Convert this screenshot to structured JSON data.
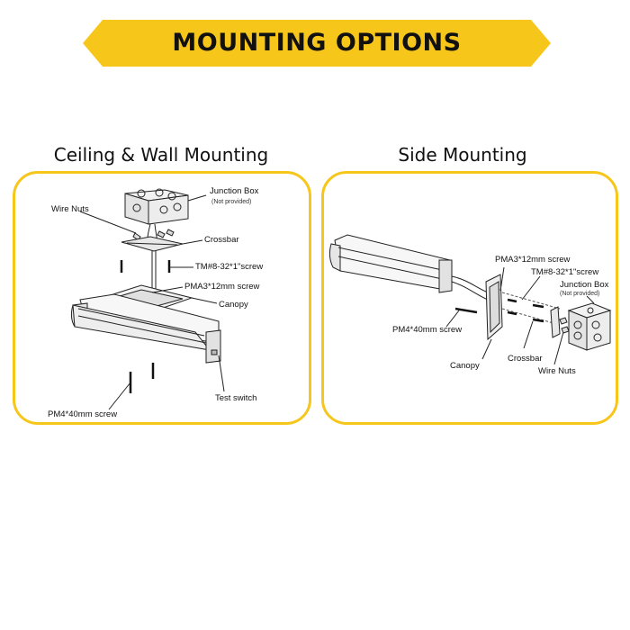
{
  "banner": {
    "title": "MOUNTING OPTIONS",
    "color": "#f7c61b"
  },
  "left": {
    "title": "Ceiling & Wall Mounting",
    "labels": {
      "junction_box": "Junction Box",
      "not_provided": "(Not provided)",
      "wire_nuts": "Wire Nuts",
      "crossbar": "Crossbar",
      "tm_screw": "TM#8-32*1\"screw",
      "pma3_screw": "PMA3*12mm screw",
      "canopy": "Canopy",
      "test_switch": "Test switch",
      "pm4_screw": "PM4*40mm screw"
    }
  },
  "right": {
    "title": "Side Mounting",
    "labels": {
      "pma3_screw": "PMA3*12mm screw",
      "tm_screw": "TM#8-32*1\"screw",
      "junction_box": "Junction Box",
      "not_provided": "(Not provided)",
      "pm4_screw": "PM4*40mm screw",
      "canopy": "Canopy",
      "crossbar": "Crossbar",
      "wire_nuts": "Wire Nuts"
    }
  }
}
